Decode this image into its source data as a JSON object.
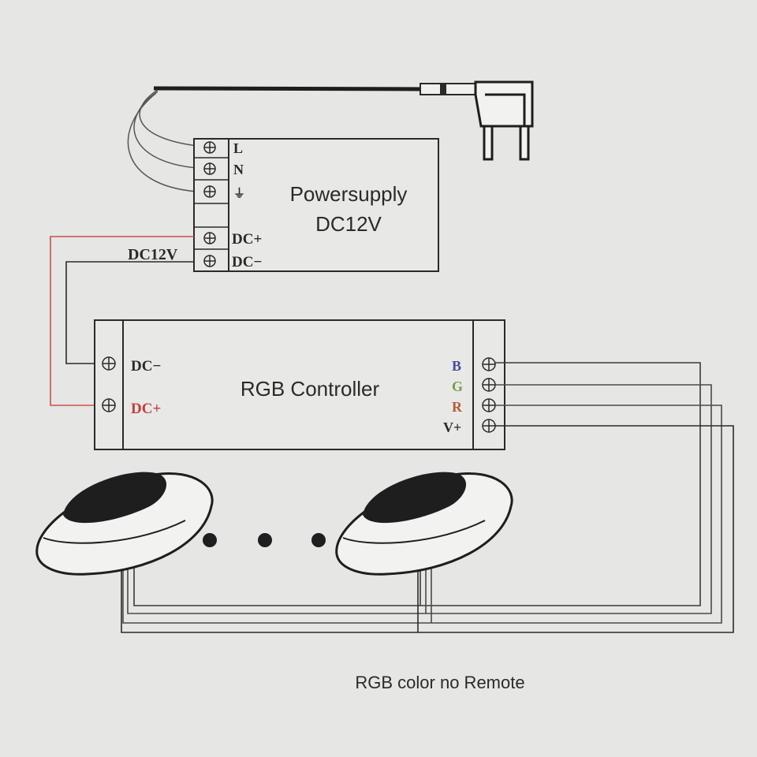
{
  "power_supply": {
    "title_line1": "Powersupply",
    "title_line2": "DC12V",
    "terminals": {
      "l": "L",
      "n": "N",
      "earth": "⏚",
      "dc_plus": "DC+",
      "dc_minus": "DC−"
    },
    "output_label": "DC12V"
  },
  "controller": {
    "title": "RGB Controller",
    "dc_minus": "DC−",
    "dc_plus": "DC+",
    "b": "B",
    "g": "G",
    "r": "R",
    "v_plus": "V+"
  },
  "caption": "RGB color no Remote",
  "colors": {
    "background": "#e6e6e4",
    "line": "#2a2a2a",
    "positive_wire": "#c85050",
    "b_label": "#4a4aa0",
    "g_label": "#7a9a4a",
    "r_label": "#b85a3a",
    "dc_plus_label": "#c04040"
  }
}
